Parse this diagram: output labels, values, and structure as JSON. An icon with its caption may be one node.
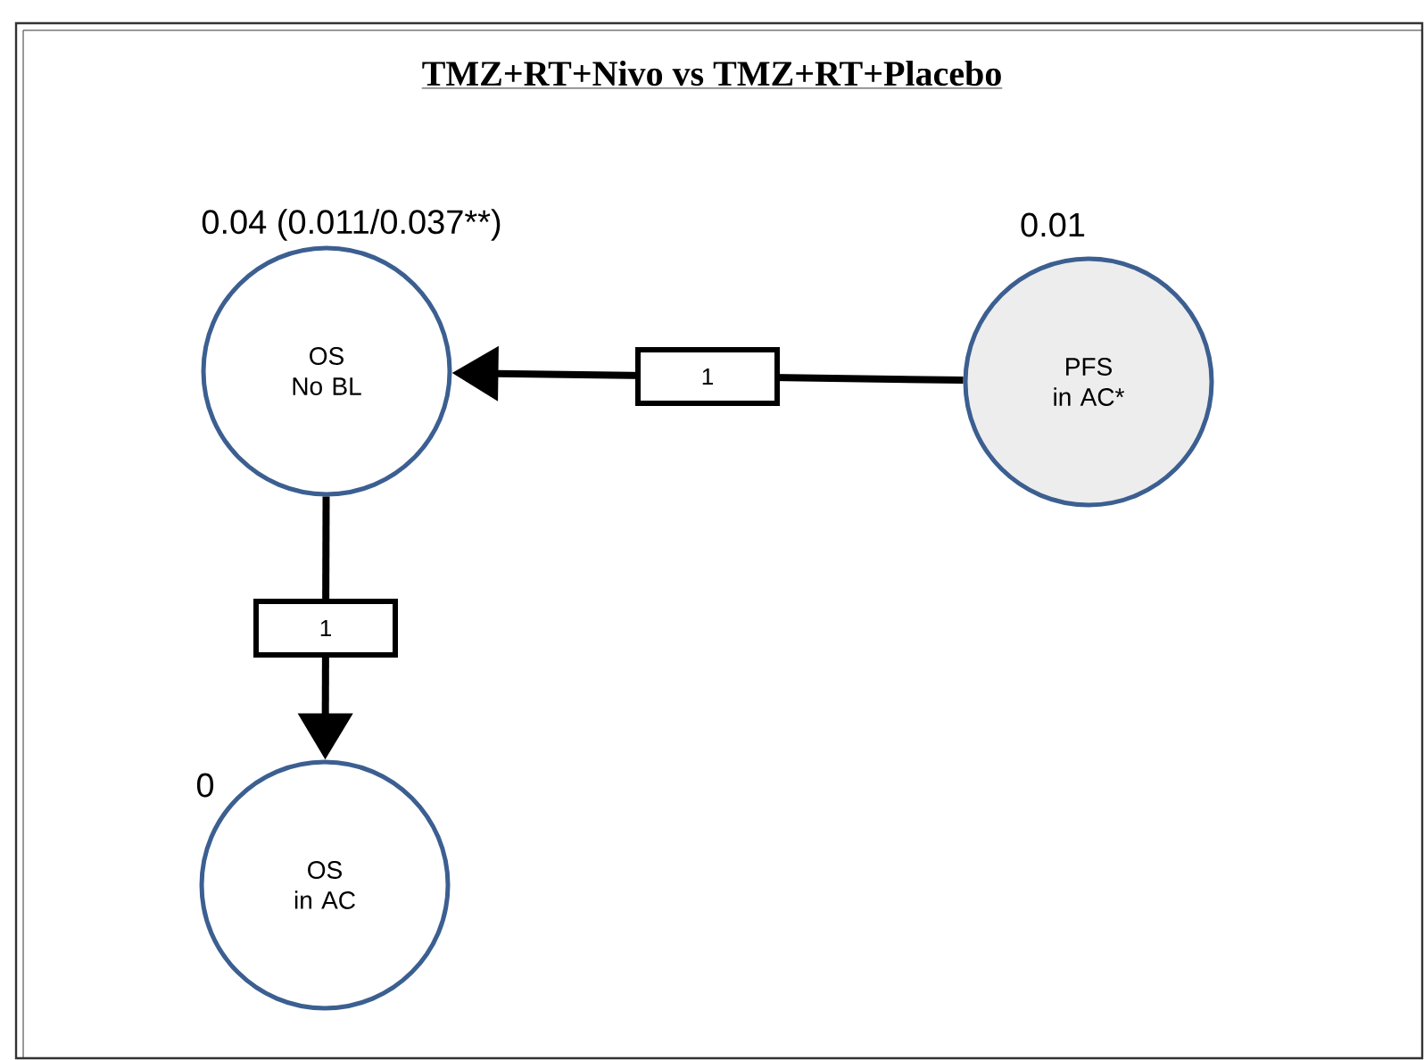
{
  "diagram": {
    "title": "TMZ+RT+Nivo vs TMZ+RT+Placebo",
    "nodes": [
      {
        "text": [
          "OS No BL"
        ],
        "beside": [
          "0.04 (0.011/0.037**)"
        ]
      },
      {
        "text": [
          "PFS in AC*"
        ],
        "beside": [
          "0.01"
        ]
      },
      {
        "text": [
          "OS in AC"
        ],
        "beside": [
          "0"
        ]
      }
    ],
    "edges": [
      {
        "from": 1,
        "to": 0,
        "arrow": "to",
        "label": "1"
      },
      {
        "from": 0,
        "to": 2,
        "arrow": "to",
        "label": "1"
      }
    ]
  }
}
